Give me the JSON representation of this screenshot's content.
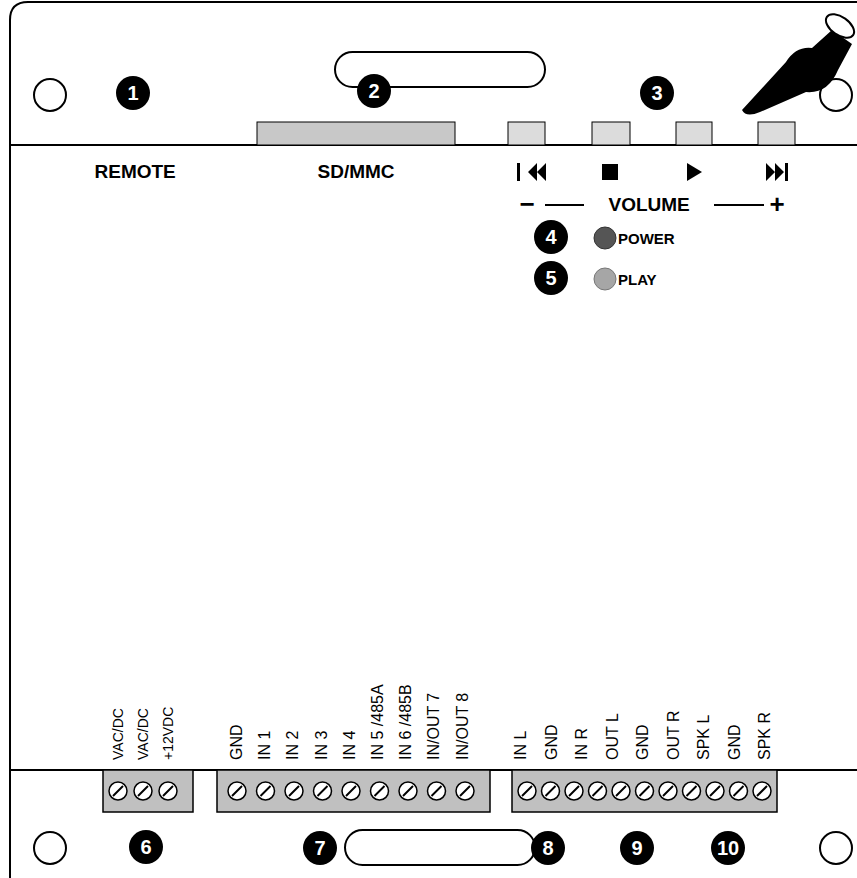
{
  "diagram": {
    "labels": [
      "1",
      "REMOTE",
      "2",
      "SD/MMC",
      "3",
      "−",
      "VOLUME",
      "+",
      "4",
      "POWER",
      "5",
      "PLAY",
      "VAC/DC",
      "VAC/DC",
      "+12VDC",
      "GND",
      "IN 1",
      "IN 2",
      "IN 3",
      "IN 4",
      "IN 5 /485A",
      "IN 6 /485B",
      "IN/OUT 7",
      "IN/OUT 8",
      "IN L",
      "GND",
      "IN R",
      "OUT L",
      "GND",
      "OUT R",
      "SPK L",
      "GND",
      "SPK R",
      "6",
      "7",
      "8",
      "9",
      "10"
    ]
  }
}
